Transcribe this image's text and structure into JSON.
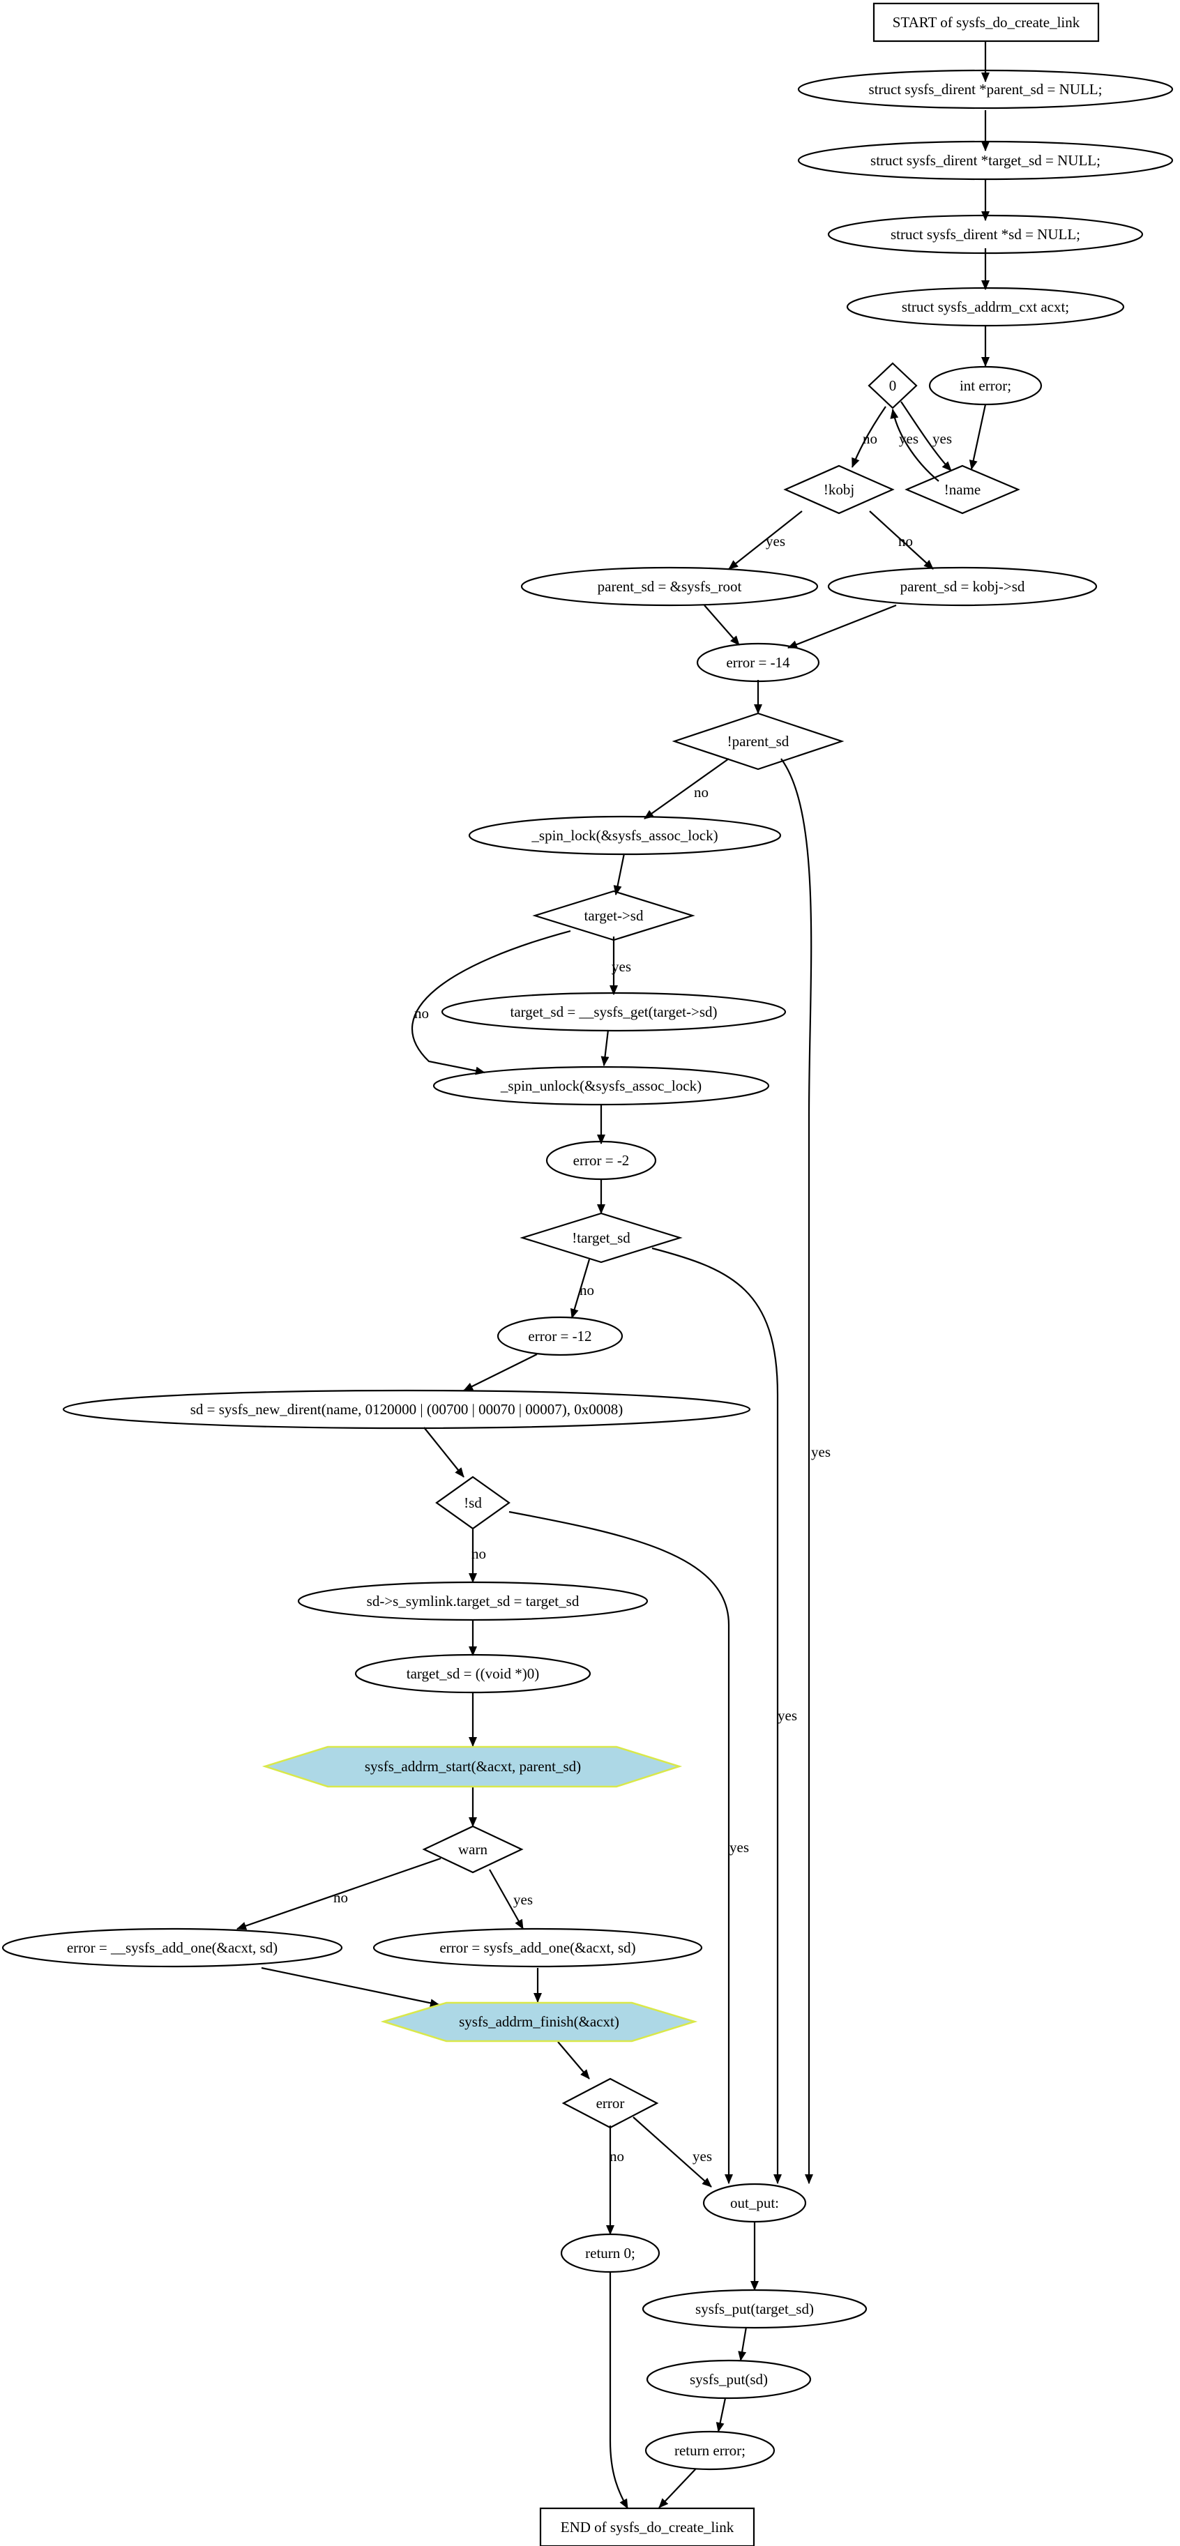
{
  "graph": {
    "nodes": {
      "start": "START of sysfs_do_create_link",
      "parent_null": "struct sysfs_dirent *parent_sd = NULL;",
      "target_null": "struct sysfs_dirent *target_sd = NULL;",
      "sd_null": "struct sysfs_dirent *sd = NULL;",
      "acxt": "struct sysfs_addrm_cxt acxt;",
      "int_error": "int error;",
      "zero": "0",
      "name": "!name",
      "kobj": "!kobj",
      "parent_root": "parent_sd = &sysfs_root",
      "parent_kobj": "parent_sd = kobj->sd",
      "err14": "error = -14",
      "parent_check": "!parent_sd",
      "spin_lock": "_spin_lock(&sysfs_assoc_lock)",
      "target_check": "target->sd",
      "target_get": "target_sd = __sysfs_get(target->sd)",
      "spin_unlock": "_spin_unlock(&sysfs_assoc_lock)",
      "err2": "error = -2",
      "target_sd_check": "!target_sd",
      "err12": "error = -12",
      "new_dirent": "sd = sysfs_new_dirent(name, 0120000 | (00700 | 00070 | 00007), 0x0008)",
      "sd_check": "!sd",
      "symlink": "sd->s_symlink.target_sd = target_sd",
      "target_void": "target_sd = ((void *)0)",
      "addrm_start": "sysfs_addrm_start(&acxt, parent_sd)",
      "warn": "warn",
      "add_no": "error = __sysfs_add_one(&acxt, sd)",
      "add_yes": "error = sysfs_add_one(&acxt, sd)",
      "addrm_finish": "sysfs_addrm_finish(&acxt)",
      "error_check": "error",
      "out_put": "out_put:",
      "return0": "return 0;",
      "put_target": "sysfs_put(target_sd)",
      "put_sd": "sysfs_put(sd)",
      "return_error": "return error;",
      "end": "END of sysfs_do_create_link"
    },
    "edge_labels": {
      "zero_no": "no",
      "zero_yes": "yes",
      "name_yes": "yes",
      "kobj_yes": "yes",
      "kobj_no": "no",
      "parent_no": "no",
      "parent_yes": "yes",
      "target_yes": "yes",
      "target_no": "no",
      "tsd_no": "no",
      "tsd_yes": "yes",
      "sd_no": "no",
      "sd_yes": "yes",
      "warn_no": "no",
      "warn_yes": "yes",
      "error_no": "no",
      "error_yes": "yes"
    }
  }
}
